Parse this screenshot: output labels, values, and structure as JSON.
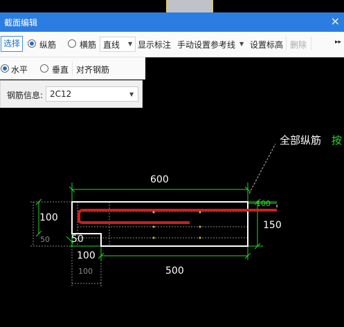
{
  "window": {
    "title": "截面编辑",
    "close_symbol": "×"
  },
  "toolbar1": {
    "select_label": "选择",
    "radio_longitudinal": "纵筋",
    "radio_stirrup": "横筋",
    "line_mode_value": "直线",
    "show_annotation": "显示标注",
    "manual_reference_line": "手动设置参考线",
    "set_elevation": "设置标高",
    "delete": "删除",
    "overflow_symbol": "▸▸"
  },
  "toolbar2": {
    "radio_horizontal": "水平",
    "radio_vertical": "垂直",
    "align_rebar": "对齐钢筋"
  },
  "rebar_info": {
    "label": "钢筋信息:",
    "value": "2C12"
  },
  "canvas": {
    "callout_text": "全部纵筋",
    "callout_text_green": "按",
    "dim_top": "600",
    "dim_left": "100",
    "dim_right": "150",
    "dim_left_lower": "50",
    "dim_step_width": "50",
    "dim_step_height": "100",
    "dim_bottom_width": "500",
    "dim_bottom_left": "100",
    "dim_right_top": "100",
    "colors": {
      "background": "#000000",
      "outline": "#ffffff",
      "dimension": "#22dd22",
      "rebar": "#cc1f1f",
      "secondary": "#8a8a8a"
    }
  }
}
